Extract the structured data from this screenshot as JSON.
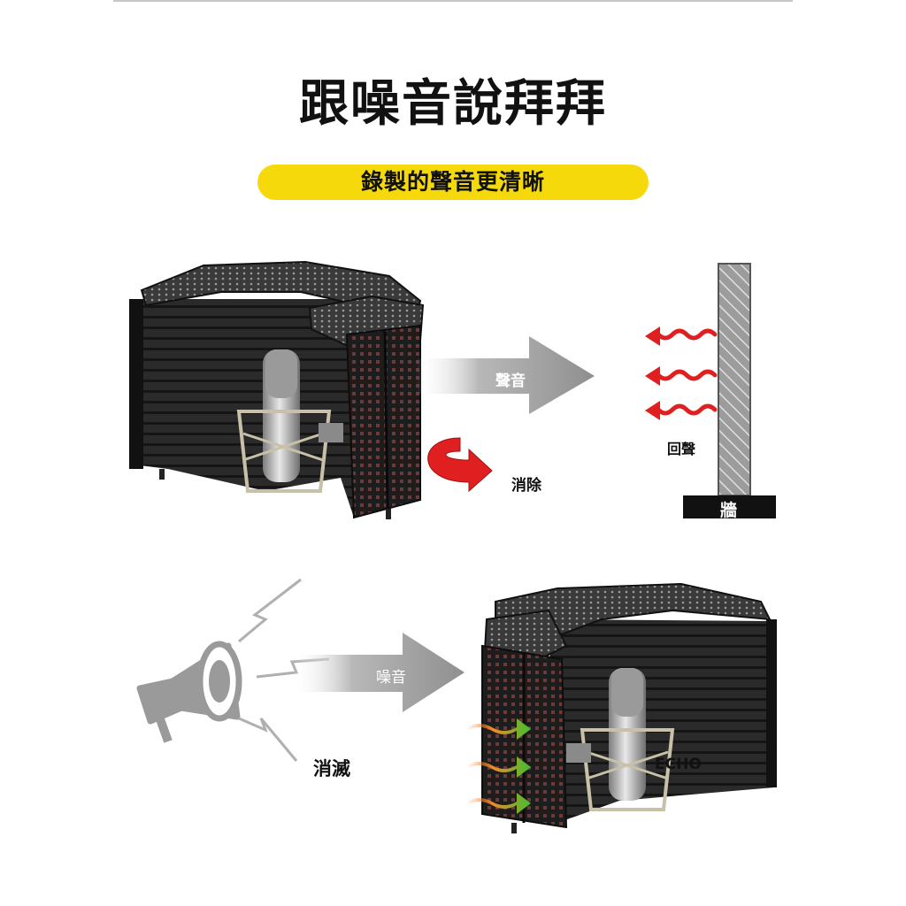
{
  "header": {
    "title": "跟噪音說拜拜",
    "subtitle": "錄製的聲音更清晰"
  },
  "panel_top": {
    "sound_arrow_label": "聲音",
    "eliminate_label": "消除",
    "echo_label": "回聲",
    "wall_label": "牆"
  },
  "panel_bottom": {
    "noise_arrow_label": "噪音",
    "reduce_label": "消滅",
    "echo_label": "ECHO"
  },
  "colors": {
    "accent_yellow": "#f5d90b",
    "arrow_red": "#e02020",
    "arrow_green": "#3fbf2f",
    "arrow_gray": "#9a9a9a"
  },
  "icons": [
    "microphone-icon",
    "megaphone-icon",
    "lightning-icon",
    "wavy-arrow-icon"
  ]
}
